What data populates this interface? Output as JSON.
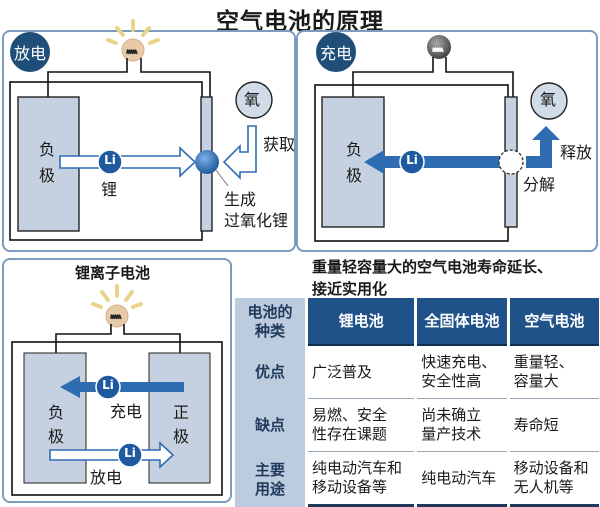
{
  "title": "空气电池的原理",
  "discharge_panel": {
    "badge": "放电",
    "negative_electrode": [
      "负",
      "极"
    ],
    "ion": "Li",
    "ion_label": "锂",
    "oxygen": "氧",
    "oxygen_action": "获取",
    "product_line1": "生成",
    "product_line2": "过氧化锂",
    "bulb_state": "lit"
  },
  "charge_panel": {
    "badge": "充电",
    "negative_electrode": [
      "负",
      "极"
    ],
    "ion": "Li",
    "oxygen": "氧",
    "oxygen_action": "释放",
    "decompose_label": "分解",
    "bulb_state": "off"
  },
  "li_ion_panel": {
    "title": "锂离子电池",
    "negative_electrode": [
      "负",
      "极"
    ],
    "positive_electrode": [
      "正",
      "极"
    ],
    "ion": "Li",
    "charge_label": "充电",
    "discharge_label": "放电",
    "bulb_state": "lit"
  },
  "comparison": {
    "headline_line1": "重量轻容量大的空气电池寿命延长、",
    "headline_line2": "接近实用化",
    "corner_header_line1": "电池的",
    "corner_header_line2": "种类",
    "columns": [
      "锂电池",
      "全固体电池",
      "空气电池"
    ],
    "rows": [
      {
        "header": "优点",
        "cells": [
          [
            "广泛普及"
          ],
          [
            "快速充电、",
            "安全性高"
          ],
          [
            "重量轻、",
            "容量大"
          ]
        ]
      },
      {
        "header": "缺点",
        "cells": [
          [
            "易燃、安全",
            "性存在课题"
          ],
          [
            "尚未确立",
            "量产技术"
          ],
          [
            "寿命短"
          ]
        ]
      },
      {
        "header_line1": "主要",
        "header_line2": "用途",
        "cells": [
          [
            "纯电动汽车和",
            "移动设备等"
          ],
          [
            "纯电动汽车"
          ],
          [
            "移动设备和",
            "无人机等"
          ]
        ]
      }
    ]
  },
  "colors": {
    "navy": "#1f4e79",
    "arrow_blue": "#2f6db3",
    "electrode_fill": "#c5d0e0",
    "panel_border": "#7d9bc1",
    "bulb_lit": "#e8c9a8",
    "bulb_rays": "#e8d58a"
  }
}
